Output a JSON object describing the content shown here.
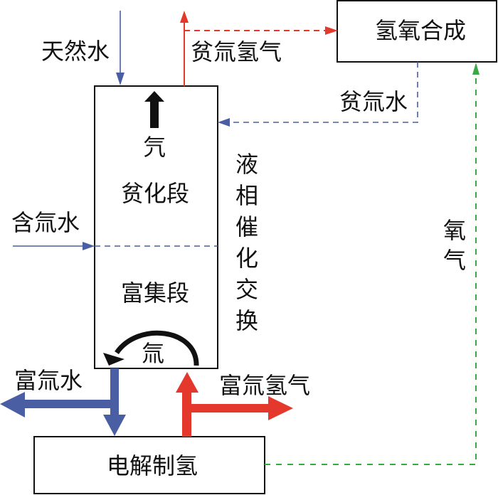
{
  "colors": {
    "water_blue": "#4a5ea3",
    "hydrogen_red": "#e5382d",
    "oxygen_green": "#3aa845",
    "outline_black": "#111111"
  },
  "nodes": {
    "hydrogen_oxygen_synthesis": "氢氧合成",
    "electrolysis": "电解制氢",
    "column": {
      "protium": "氕",
      "depletion_section": "贫化段",
      "enrichment_section": "富集段",
      "tritium": "氚",
      "process_name": "液相催化交换"
    }
  },
  "flows": {
    "natural_water": "天然水",
    "depleted_tritium_hydrogen": "贫氚氢气",
    "depleted_tritium_water": "贫氚水",
    "tritiated_water": "含氚水",
    "oxygen": "氧气",
    "enriched_tritium_water": "富氚水",
    "enriched_tritium_hydrogen": "富氚氢气"
  }
}
